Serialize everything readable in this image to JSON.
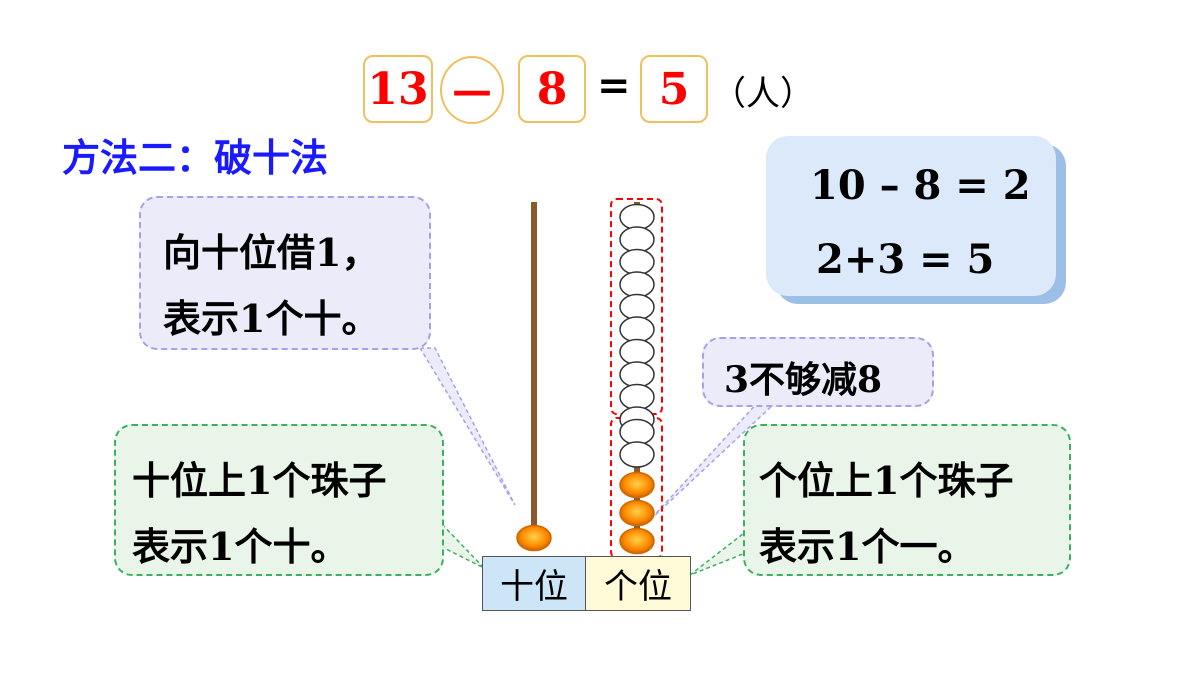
{
  "equation": {
    "minuend": "13",
    "operator": "—",
    "subtrahend": "8",
    "equals": "=",
    "result": "5",
    "unit": "（人）"
  },
  "method_title": "方法二：破十法",
  "calc_box": {
    "line1": "10 – 8 = 2",
    "line2": "2+3 = 5"
  },
  "callouts": {
    "borrow_line1": "向十位借1，",
    "borrow_line2": "表示1个十。",
    "not_enough": "3不够减8",
    "tens_line1": "十位上1个珠子",
    "tens_line2": "表示1个十。",
    "ones_line1": "个位上1个珠子",
    "ones_line2": "表示1个一。"
  },
  "place_labels": {
    "tens": "十位",
    "ones": "个位"
  },
  "abacus": {
    "tens_beads": 1,
    "ones_beads_empty": 10,
    "ones_beads_remaining_empty": 2,
    "ones_beads_filled": 3
  },
  "colors": {
    "method_title": "#1a1aff",
    "red": "#ff0000",
    "bead_orange": "#ff8c00",
    "tens_cell": "#cce6f8",
    "ones_cell": "#fffbd8"
  }
}
